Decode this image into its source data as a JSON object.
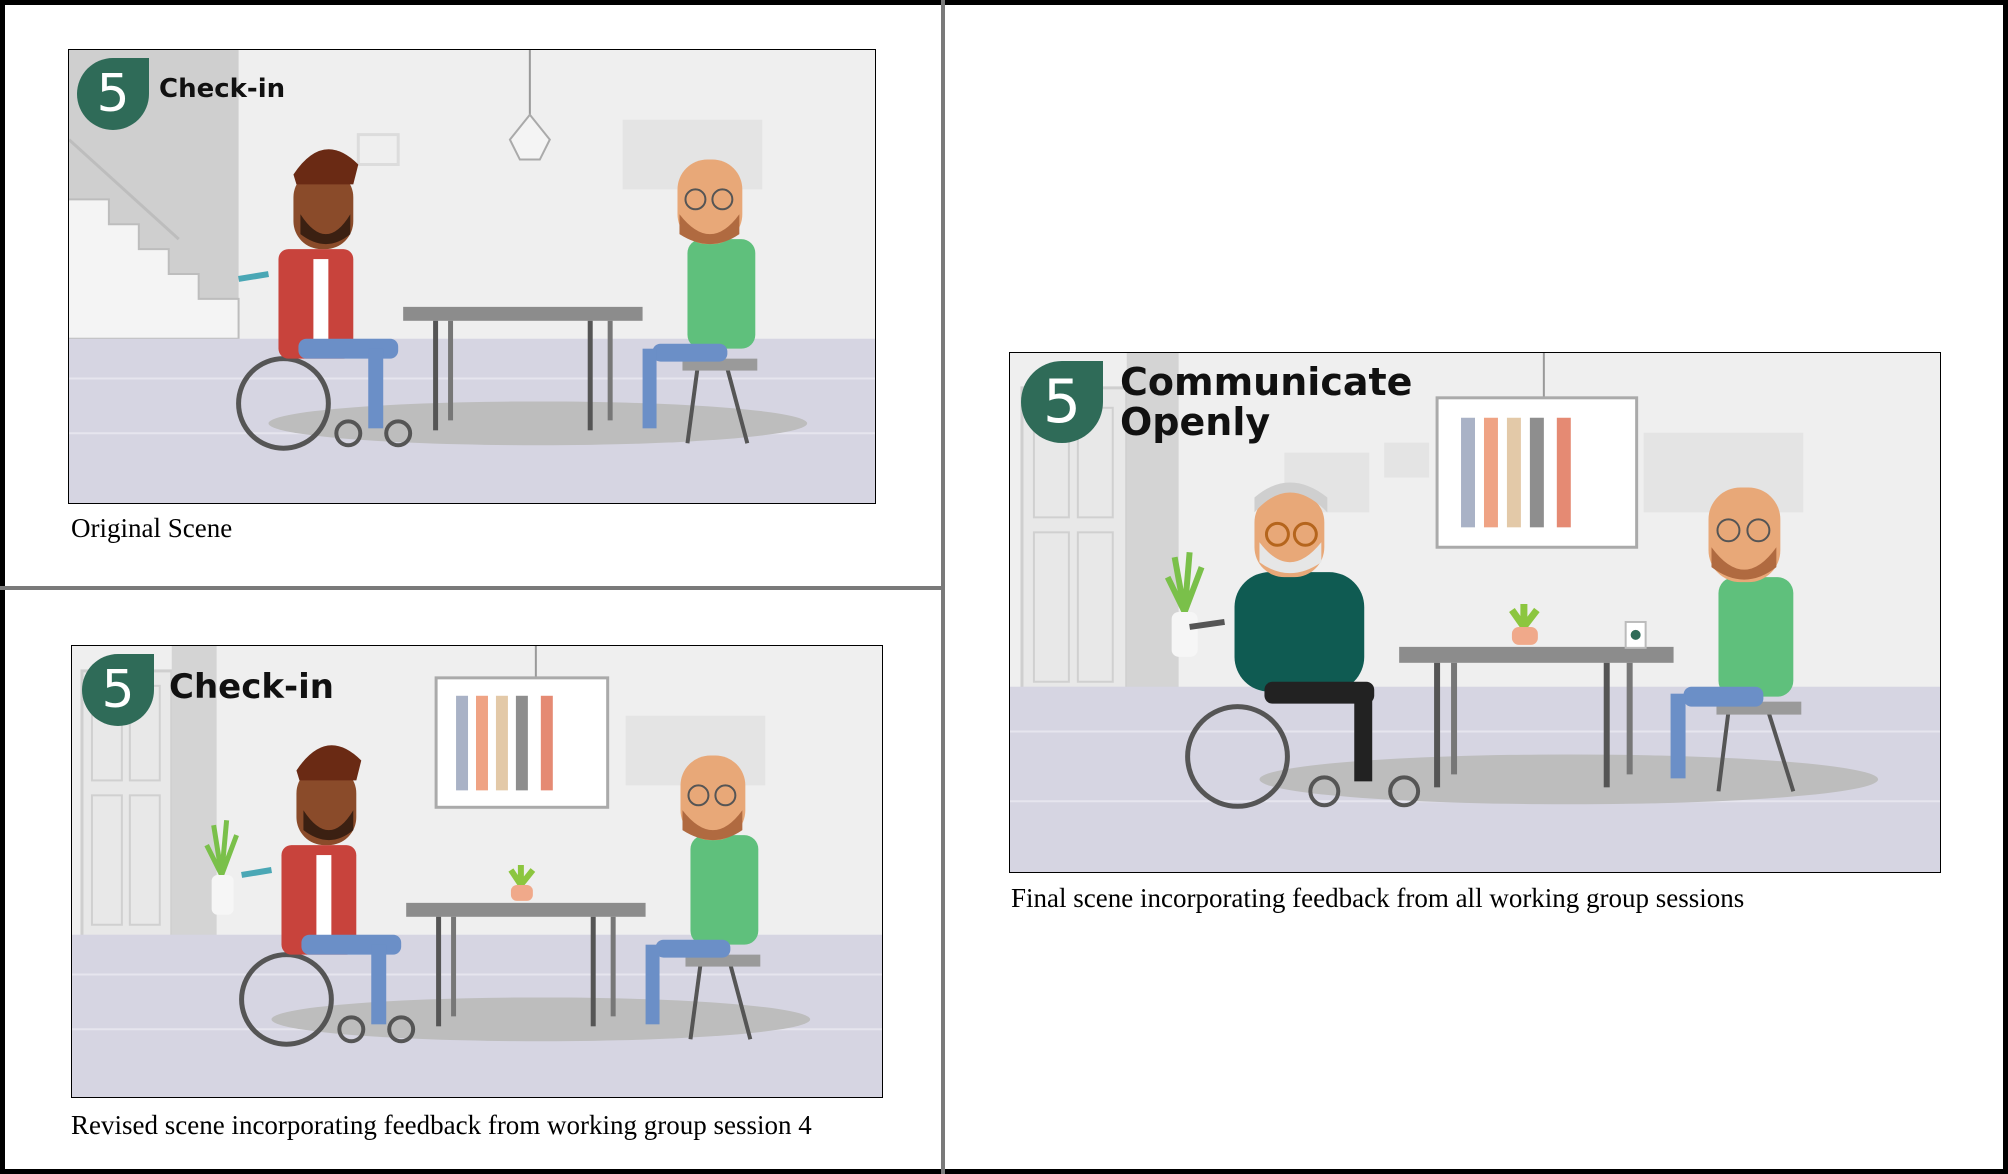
{
  "panels": {
    "original": {
      "badge_number": "5",
      "title": "Check-in",
      "caption": "Original Scene"
    },
    "revised": {
      "badge_number": "5",
      "title": "Check-in",
      "caption": "Revised scene incorporating feedback from working group session 4"
    },
    "final": {
      "badge_number": "5",
      "title_line1": "Communicate",
      "title_line2": "Openly",
      "caption": "Final scene incorporating feedback from all working group sessions"
    }
  },
  "colors": {
    "badge": "#2f6b58",
    "floor": "#d6d5e2",
    "wall": "#efefef",
    "table": "#8c8c8c"
  }
}
